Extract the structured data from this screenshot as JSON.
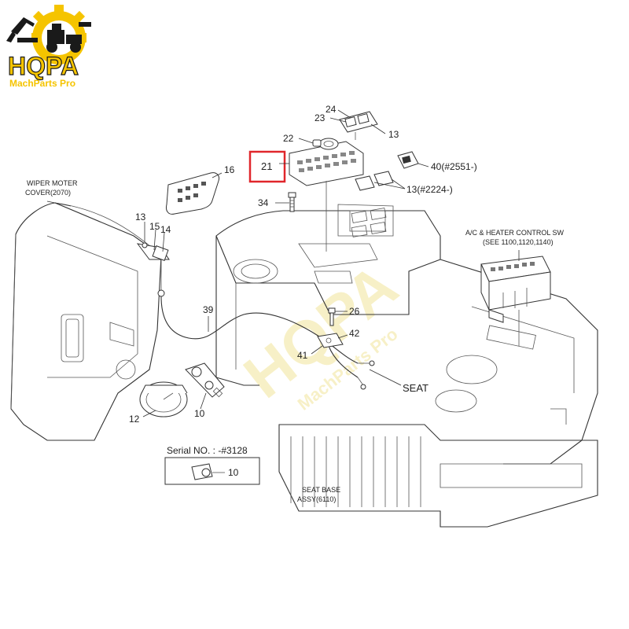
{
  "logo": {
    "name": "HQPA",
    "subtitle": "MachParts Pro",
    "color_dark": "#1a1a1a",
    "color_yellow": "#f5c400"
  },
  "watermark": {
    "name": "HQPA",
    "subtitle": "MachParts Pro"
  },
  "callouts": {
    "p24": "24",
    "p23": "23",
    "p13_top": "13",
    "p22": "22",
    "p21": "21",
    "p40": "40(#2551-)",
    "p16": "16",
    "p13_2224": "13(#2224-)",
    "p34": "34",
    "p13_left": "13",
    "p15": "15",
    "p14": "14",
    "p39": "39",
    "p26": "26",
    "p42": "42",
    "p41": "41",
    "p12": "12",
    "p10": "10",
    "p10_inset": "10"
  },
  "labels": {
    "wiper_cover_1": "WIPER MOTER",
    "wiper_cover_2": "COVER(2070)",
    "ac_heater_1": "A/C & HEATER CONTROL SW",
    "ac_heater_2": "(SEE 1100,1120,1140)",
    "seat": "SEAT",
    "seat_base_1": "SEAT BASE",
    "seat_base_2": "ASSY(6110)",
    "serial": "Serial NO. : -#3128"
  },
  "highlight_color": "#e0262b"
}
